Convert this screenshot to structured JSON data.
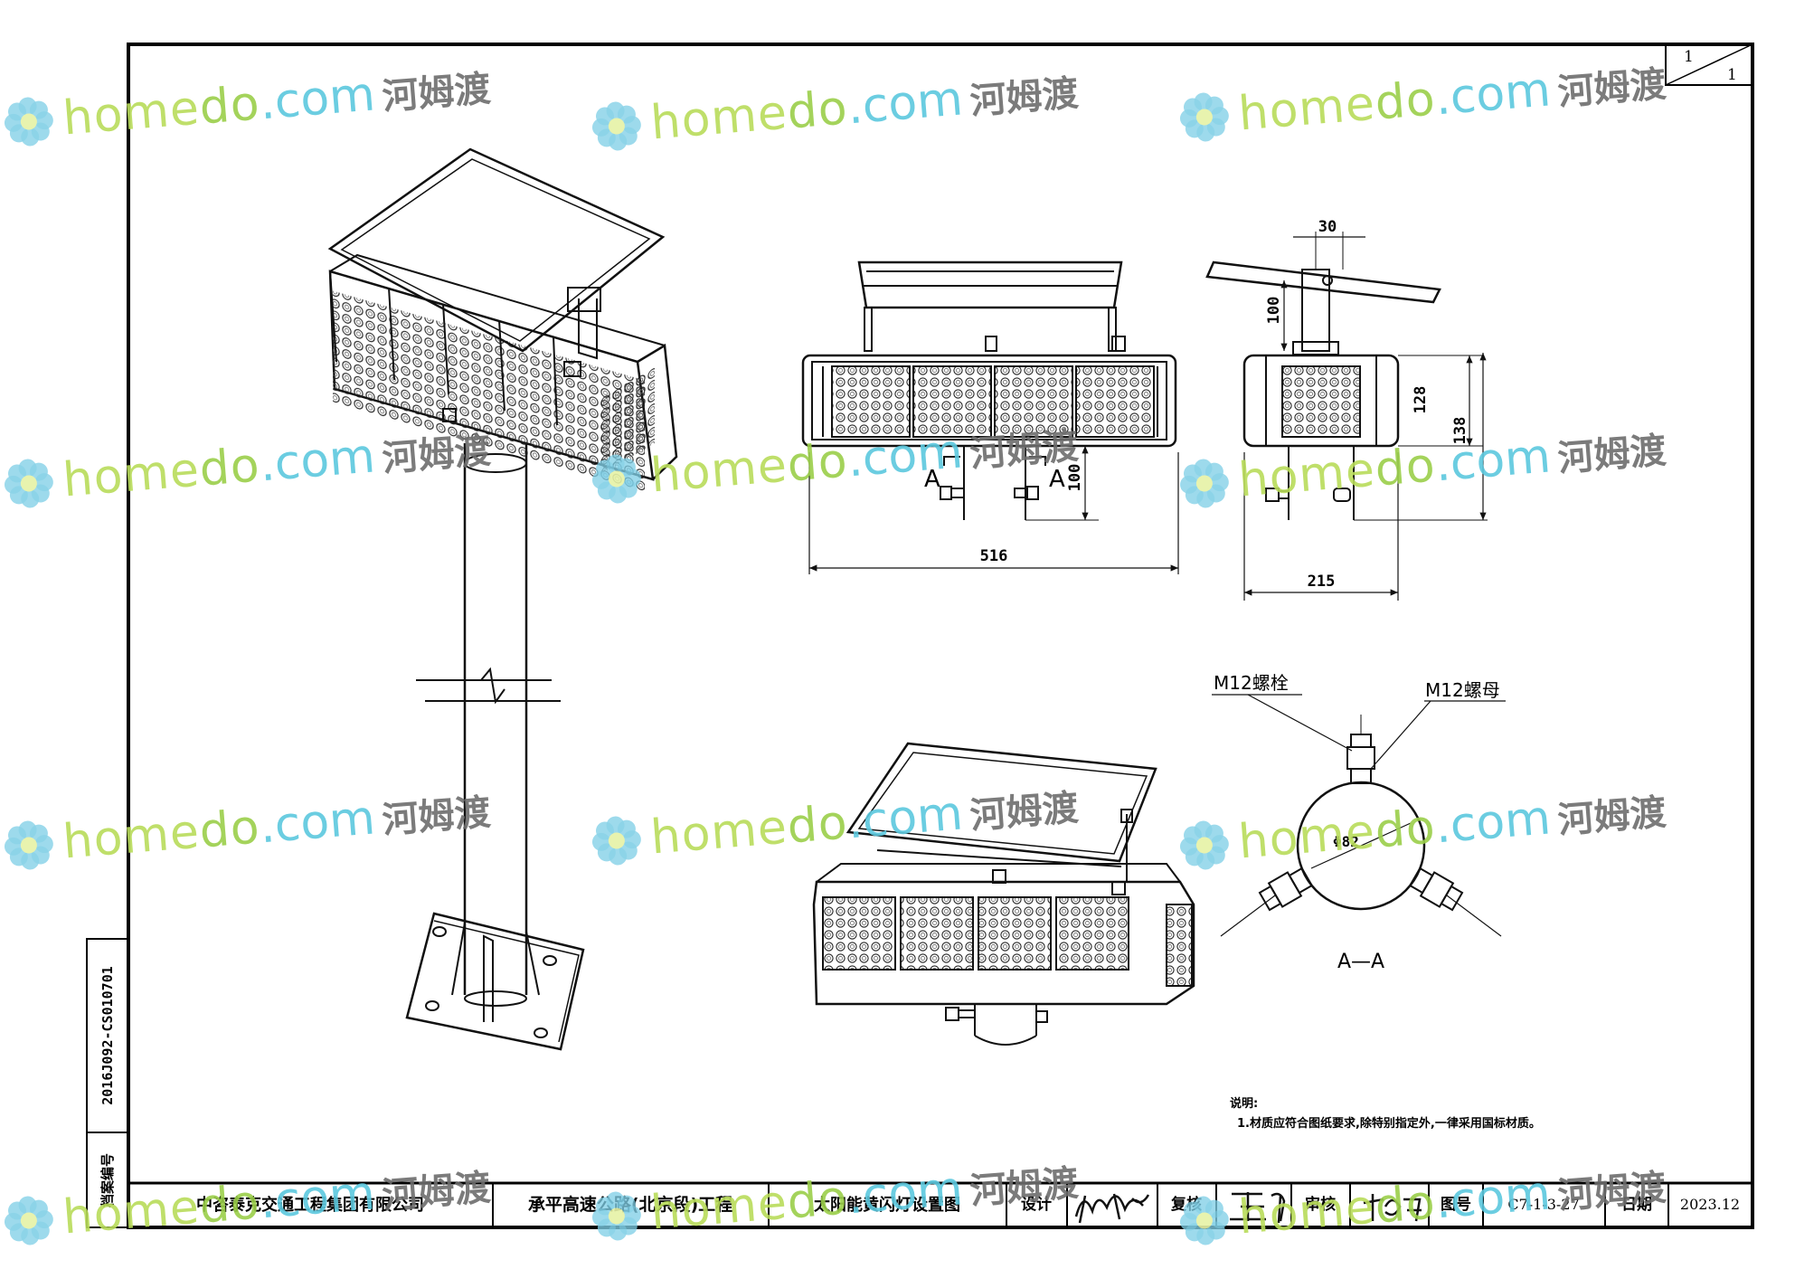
{
  "sheet_number": {
    "current": "1",
    "total": "1"
  },
  "archive": {
    "label": "档案编号",
    "code": "2016J092-CS010701"
  },
  "dimensions": {
    "width_front": "516",
    "width_side": "215",
    "bracket_width": "30",
    "bracket_height": "100",
    "panel_height_side": "128",
    "total_height_side": "138",
    "pipe_spacing": "100",
    "pipe_diameter": "Φ82"
  },
  "section_marks": {
    "left": "A",
    "right": "A",
    "section_title": "A—A"
  },
  "callouts": {
    "bolt": "M12螺栓",
    "nut": "M12螺母"
  },
  "notes": {
    "heading": "说明:",
    "line1": "1.材质应符合图纸要求,除特别指定外,一律采用国标材质。"
  },
  "title_block": {
    "company": "中咨泰克交通工程集团有限公司",
    "project": "承平高速公路(北京段)工程",
    "drawing_title": "太阳能黄闪灯设置图",
    "design_label": "设计",
    "review_label": "复核",
    "approve_label": "审核",
    "drawing_no_label": "图号",
    "drawing_no": "C7-1-3-27",
    "date_label": "日期",
    "date": "2023.12"
  },
  "watermark": {
    "en_left": "home",
    "en_mid": "do",
    "en_dot": ".com",
    "cn": "河姆渡"
  }
}
